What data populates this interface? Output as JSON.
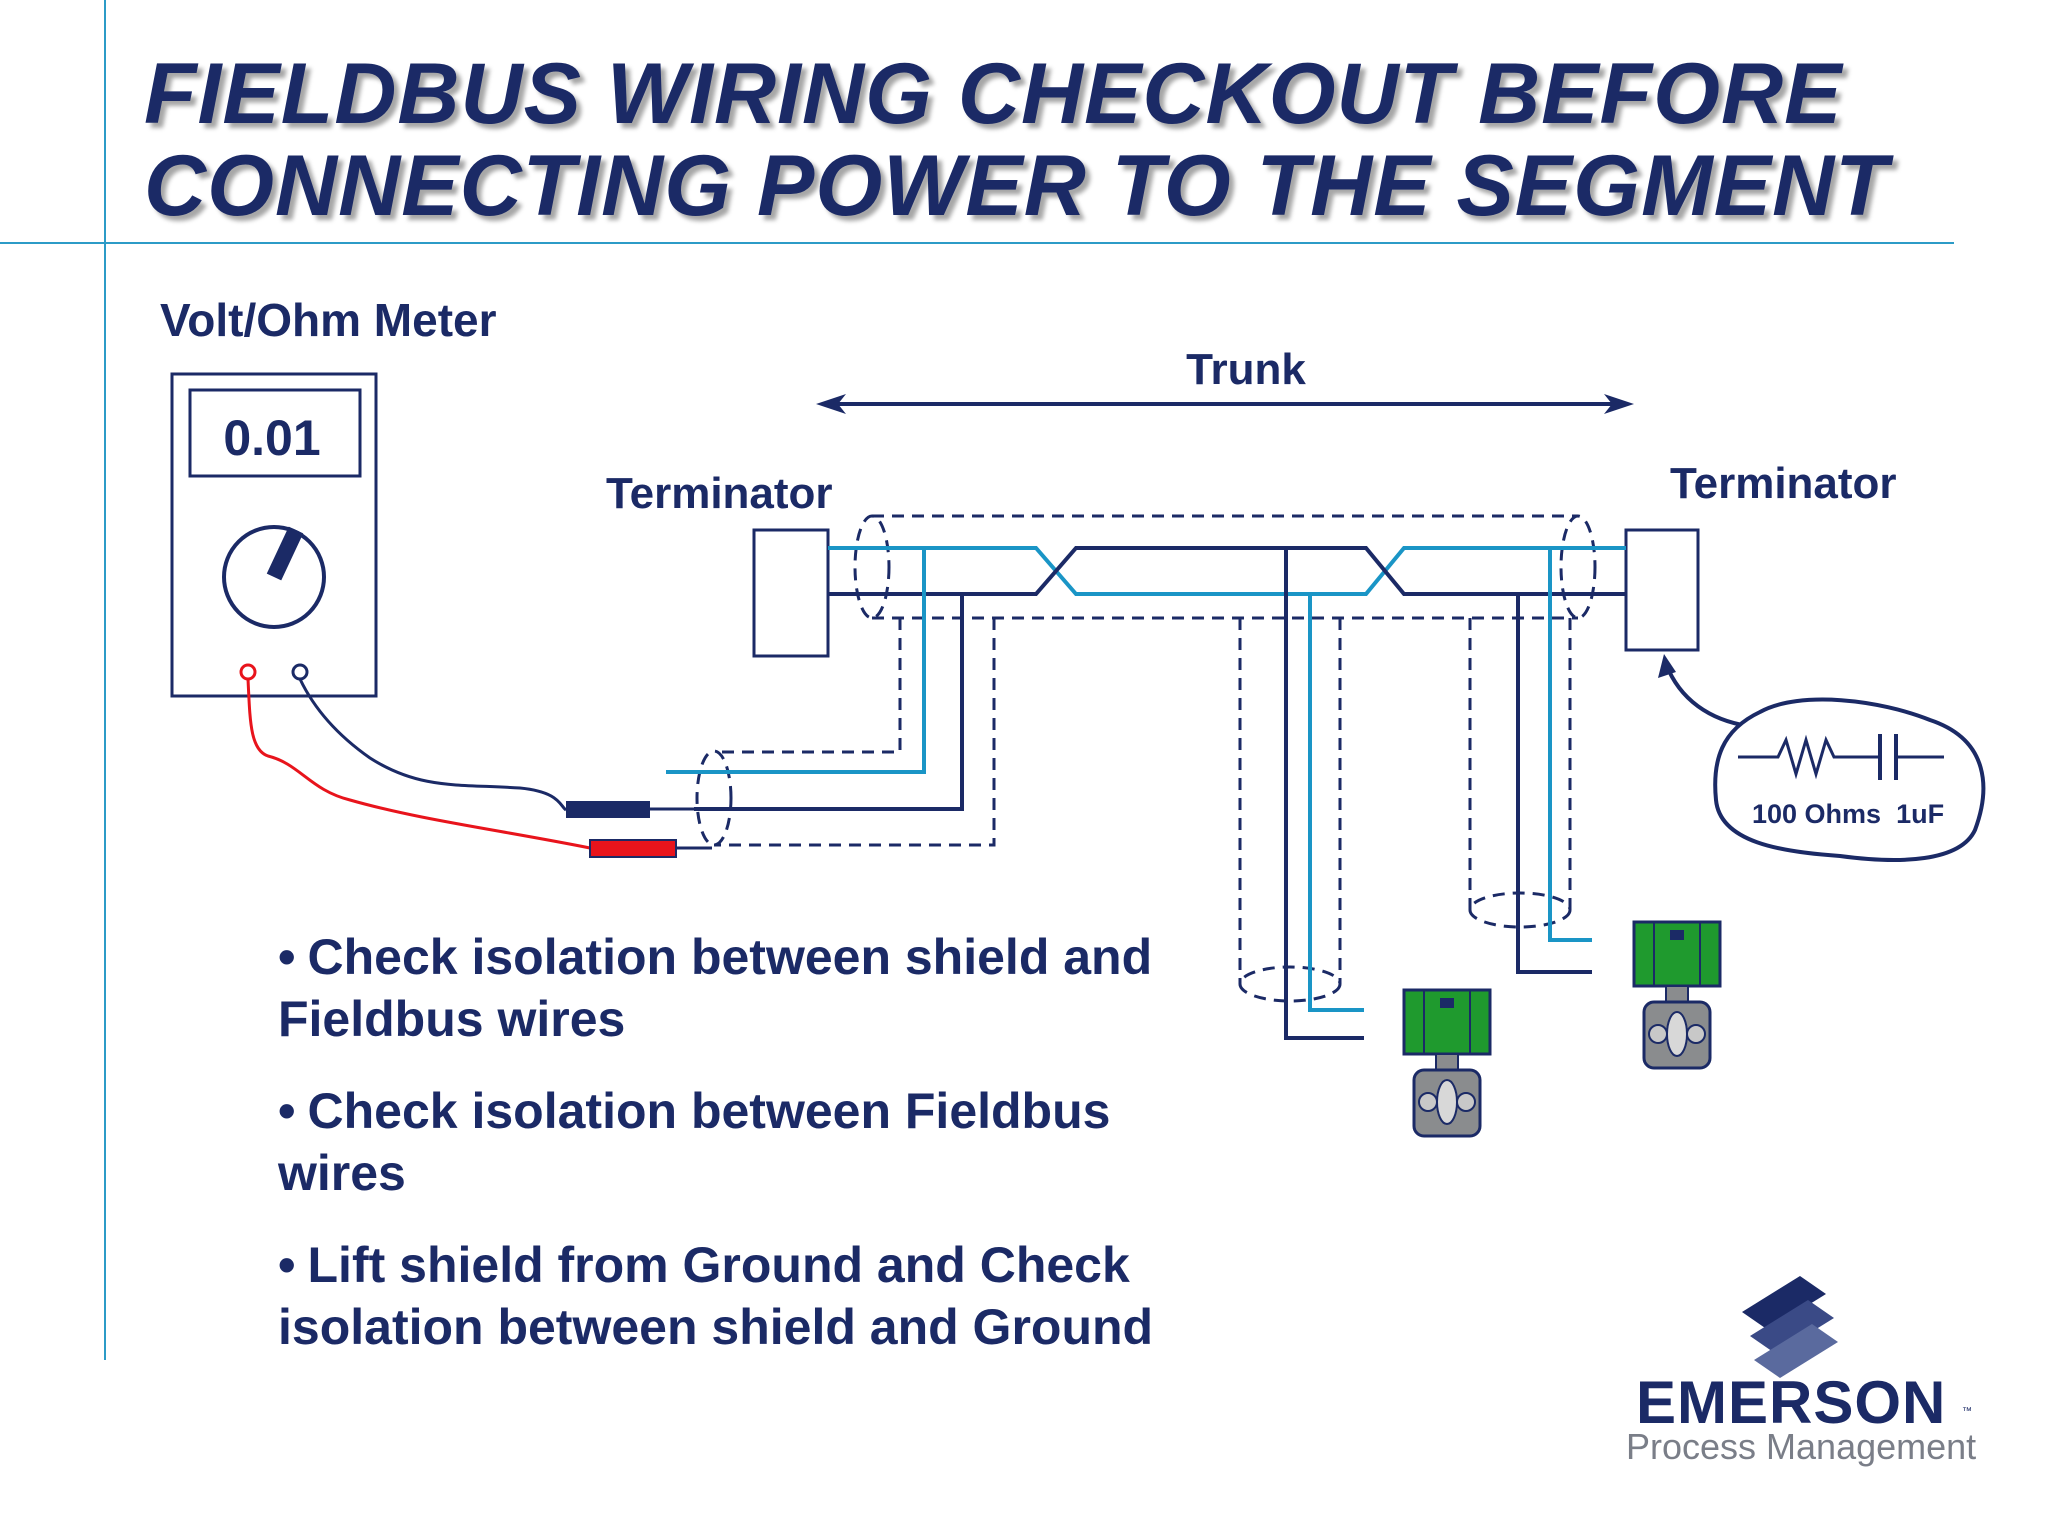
{
  "slide": {
    "title_line1": "FIELDBUS WIRING CHECKOUT BEFORE",
    "title_line2": "CONNECTING POWER TO THE SEGMENT"
  },
  "diagram": {
    "meter_label": "Volt/Ohm Meter",
    "meter_reading": "0.01",
    "trunk_label": "Trunk",
    "terminator_left_label": "Terminator",
    "terminator_right_label": "Terminator",
    "terminator_components": "100 Ohms  1uF"
  },
  "bullets": [
    "Check isolation between shield and Fieldbus wires",
    "Check isolation between Fieldbus wires",
    "Lift shield from Ground and Check isolation between shield and Ground"
  ],
  "logo": {
    "name": "EMERSON",
    "trademark": "™",
    "tagline": "Process Management"
  },
  "colors": {
    "navy": "#1b2a66",
    "wire_light_blue": "#1a95c6",
    "probe_red": "#e8141c",
    "device_green": "#1f9a2e",
    "guide_line": "#2c9bc7"
  }
}
